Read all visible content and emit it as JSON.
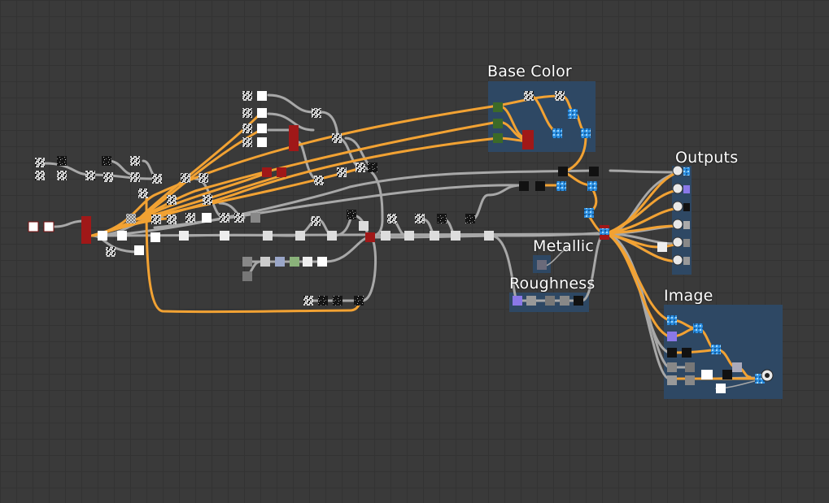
{
  "frames": {
    "base_color": "Base Color",
    "outputs": "Outputs",
    "metallic": "Metallic",
    "roughness": "Roughness",
    "image": "Image"
  },
  "colors": {
    "background": "#3a3a3a",
    "grid": "#333333",
    "frame_fill": "#2e4a68",
    "wire_default": "#a8a8a8",
    "wire_color": "#f2a233",
    "node_header": "#b01a1a",
    "node_body_light": "#e8e8e8",
    "node_body_dark": "#1a1a1a",
    "node_selected_red": "#a01818",
    "node_green": "#3c6a28",
    "node_blue_pattern": "#2e8fe0",
    "node_purple": "#8a78e8"
  }
}
